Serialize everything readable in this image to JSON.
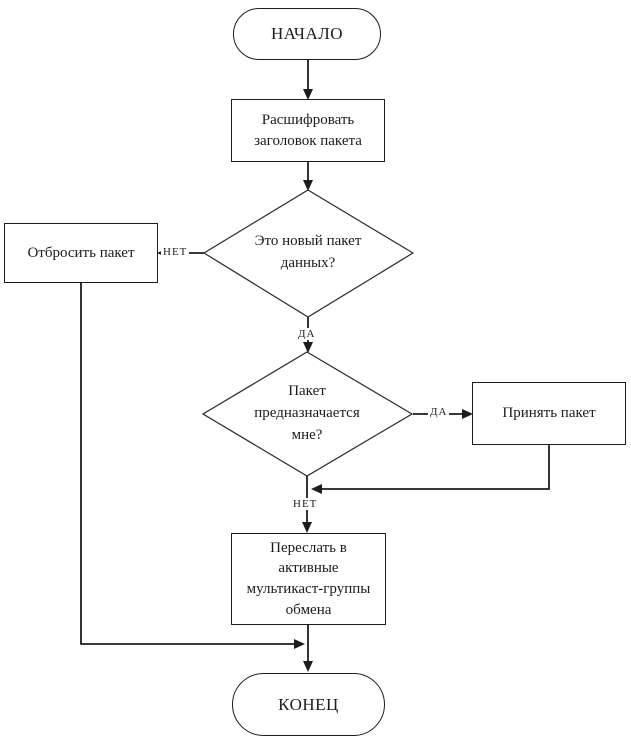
{
  "diagram": {
    "nodes": {
      "start": {
        "label": "НАЧАЛО"
      },
      "decode": {
        "label": "Расшифровать\nзаголовок пакета"
      },
      "is_new": {
        "label": "Это новый пакет\nданных?"
      },
      "discard": {
        "label": "Отбросить пакет"
      },
      "for_me": {
        "label": "Пакет\nпредназначается\nмне?"
      },
      "accept": {
        "label": "Принять пакет"
      },
      "forward": {
        "label": "Переслать в\nактивные\nмультикаст-группы\nобмена"
      },
      "end": {
        "label": "КОНЕЦ"
      }
    },
    "edge_labels": {
      "is_new_no": "НЕТ",
      "is_new_yes": "ДА",
      "for_me_yes": "ДА",
      "for_me_no": "НЕТ"
    },
    "colors": {
      "stroke": "#1c1c1c",
      "background": "#ffffff",
      "text": "#1c1c1c"
    }
  }
}
